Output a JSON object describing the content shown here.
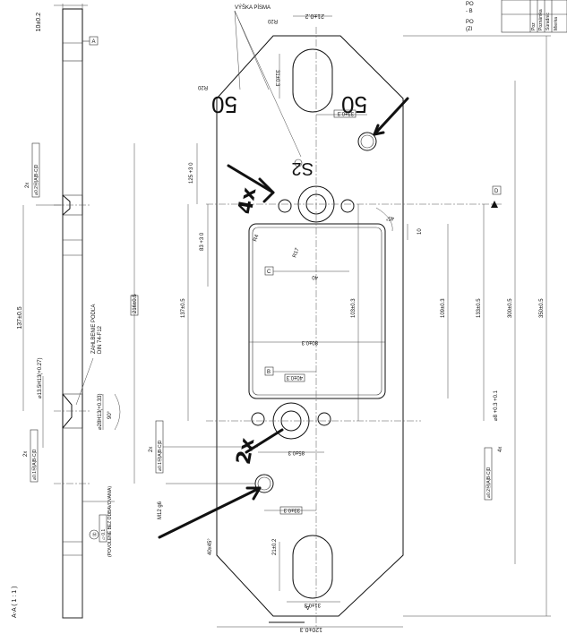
{
  "section_title": "A-A ( 1 : 1 )",
  "side_view": {
    "thickness": "10±0.2",
    "datum_a": "A",
    "hole_tol_2x": "2x",
    "hole_tol_frame": "⌀0.2Ⓜ|A|B-C|D",
    "length": "137±0.5",
    "counterbore_note_1": "ZAHLBENIE PODĽA",
    "counterbore_note_2": "DIN 74-F12",
    "cb_diameter_1": "⌀13.5H13(+0.27)",
    "cb_diameter_2": "⌀28H13(+0.33)",
    "cb_angle": "90°",
    "tol_2x_b": "2x",
    "tol_frame_b": "⌀0.1Ⓜ|A|B-C|D",
    "surface_sym": "Ⓜ",
    "surface_frame": "▱ 0.1",
    "surface_note": "(POVOLENÉ BEZ ODBAVOVANIA)"
  },
  "plan_view": {
    "engrave_label": "VÝŠKA PÍSMA",
    "radius_r20_top": "R20",
    "radius_r20_left": "R20",
    "slot_width": "21±0.2",
    "slot_length": "31±0.3",
    "marking_left": "50",
    "marking_right": "50",
    "dim_33_top": "33±0.3",
    "marking_s2": "S2",
    "dim_125": "125 +3 0",
    "dim_83": "83 +3 0",
    "radius_r17": "R17",
    "angle_45": "45°",
    "radius_r4": "R4",
    "dim_10": "10",
    "datum_c": "C",
    "dim_40": "40",
    "dim_103": "103±0.3",
    "datum_d": "D",
    "dim_216": "216±0.5",
    "dim_137": "137±0.5",
    "dim_109": "109±0.3",
    "dim_133": "133±0.5",
    "dim_300": "300±0.5",
    "dim_350": "350±0.5",
    "dim_80": "80±0.3",
    "datum_b": "B",
    "dim_40_b": "40±0.3",
    "dim_d8": "⌀8 +0.3 +0.1",
    "tol_2x_c": "2x",
    "tol_frame_c": "⌀0.1Ⓜ|A|B-C|D",
    "dim_85": "85±0.3",
    "tol_frame_d": "⌀0.2Ⓜ|A|B-C|D",
    "tol_4x": "4x",
    "thread": "M12 g6",
    "dim_33_bottom": "33±0.3",
    "slot_width_b": "21±0.2",
    "slot_length_b": "31±0.3",
    "chamfer": "40x45°",
    "section_mark": "A",
    "width_total": "120±0.3",
    "hand_4x": "4x",
    "hand_2x": "2x"
  },
  "title_block": {
    "note_1a": "PO",
    "note_1b": "- B",
    "note_2a": "PO",
    "note_2b": "(ZI",
    "row_1": "Poz",
    "row_2": "Poznámka",
    "row_3": "Súradnic",
    "row_4": "Mierka"
  }
}
